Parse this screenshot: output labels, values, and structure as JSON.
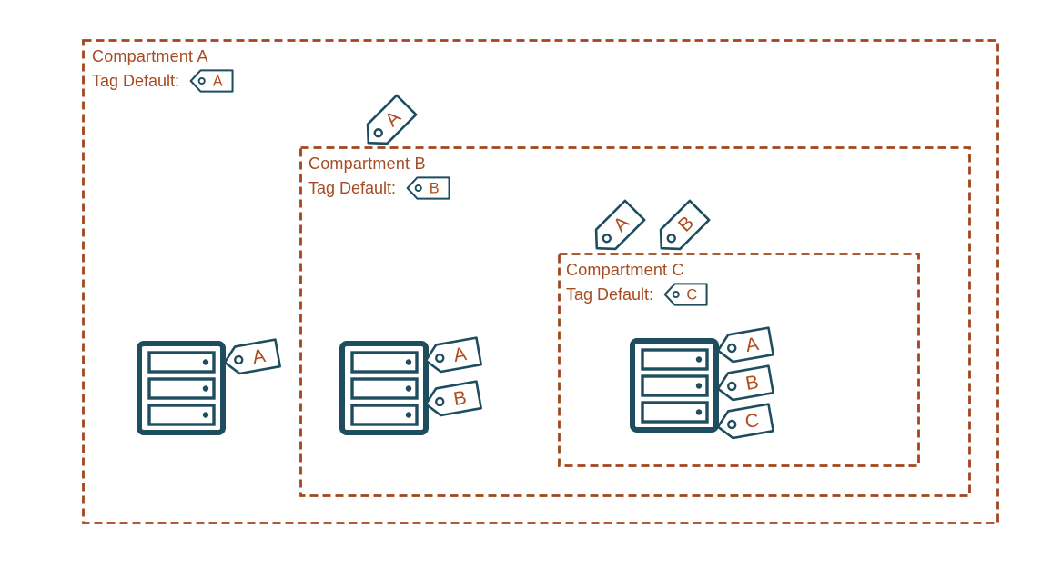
{
  "colors": {
    "compartment_border": "#a3461d",
    "label_text": "#a64b22",
    "tag_letter": "#b04d1f",
    "icon_stroke": "#1d4d5e",
    "background": "#ffffff"
  },
  "compartments": [
    {
      "label": "Compartment A",
      "tag_default_label": "Tag Default:",
      "tag_letter": "A"
    },
    {
      "label": "Compartment B",
      "tag_default_label": "Tag Default:",
      "tag_letter": "B"
    },
    {
      "label": "Compartment C",
      "tag_default_label": "Tag Default:",
      "tag_letter": "C"
    }
  ],
  "floating_tags": [
    {
      "letter": "A",
      "location": "on-compartment-b-top-border"
    },
    {
      "letter": "A",
      "location": "above-compartment-c"
    },
    {
      "letter": "B",
      "location": "above-compartment-c"
    }
  ],
  "servers": [
    {
      "compartment": "Compartment A",
      "tags": [
        "A"
      ]
    },
    {
      "compartment": "Compartment B",
      "tags": [
        "A",
        "B"
      ]
    },
    {
      "compartment": "Compartment C",
      "tags": [
        "A",
        "B",
        "C"
      ]
    }
  ]
}
